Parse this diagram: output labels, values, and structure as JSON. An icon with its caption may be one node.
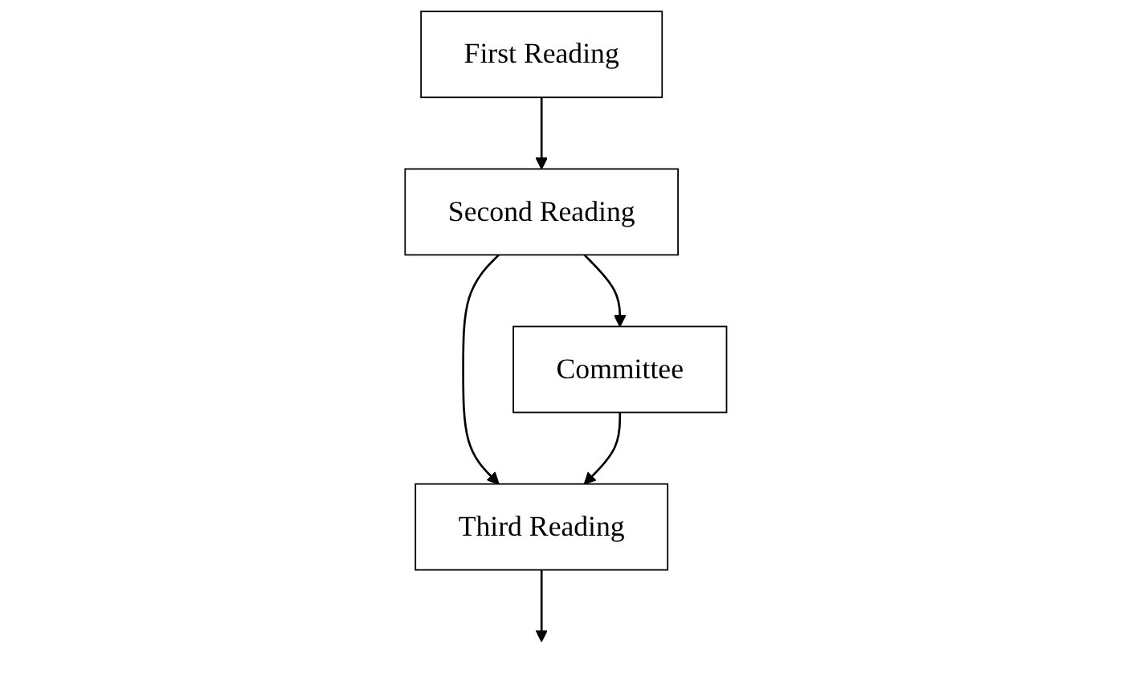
{
  "diagram": {
    "nodes": [
      {
        "text": [
          "First Reading"
        ]
      },
      {
        "text": [
          "Second Reading"
        ]
      },
      {
        "text": [
          "Committee"
        ]
      },
      {
        "text": [
          "Third Reading"
        ]
      }
    ],
    "edges": [
      {
        "from": 0,
        "to": 1,
        "arrow": "to"
      },
      {
        "from": 1,
        "to": 2,
        "arrow": "to"
      },
      {
        "from": 1,
        "to": 3,
        "arrow": "to"
      },
      {
        "from": 2,
        "to": 3,
        "arrow": "to"
      },
      {
        "from": 3,
        "to": null,
        "arrow": "to"
      }
    ]
  }
}
